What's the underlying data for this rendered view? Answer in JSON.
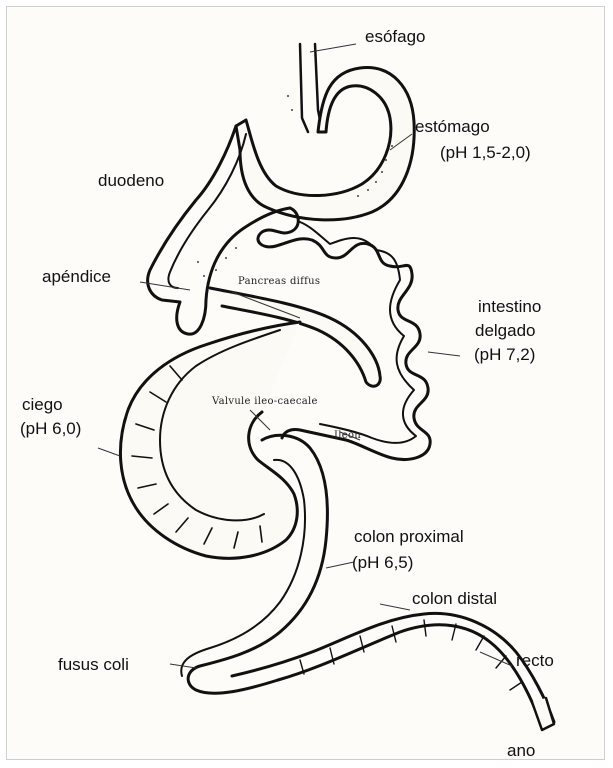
{
  "labels": {
    "esofago": "esófago",
    "estomago": "estómago",
    "estomago_ph": "(pH 1,5-2,0)",
    "duodeno": "duodeno",
    "apendice": "apéndice",
    "pancreas": "Pancreas diffus",
    "intestino_1": "intestino",
    "intestino_2": "delgado",
    "intestino_ph": "(pH 7,2)",
    "ciego": "ciego",
    "ciego_ph": "(pH 6,0)",
    "valvule": "Valvule ileo-caecale",
    "ileon": "Ileon",
    "colon_proximal": "colon proximal",
    "colon_proximal_ph": "(pH 6,5)",
    "colon_distal": "colon distal",
    "fusus_coli": "fusus coli",
    "recto": "recto",
    "ano": "ano"
  },
  "colors": {
    "outline": "#111111",
    "fill": "#fbfaf4",
    "background": "#fdfcf9"
  }
}
